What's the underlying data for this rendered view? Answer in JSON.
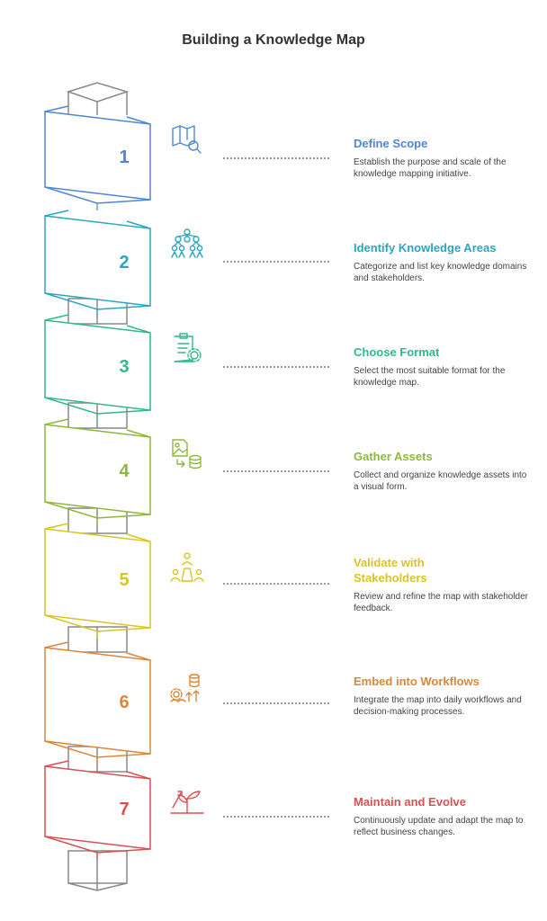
{
  "title": "Building a Knowledge Map",
  "steps": [
    {
      "number": "1",
      "title": "Define Scope",
      "description": "Establish the purpose and scale of the knowledge mapping initiative.",
      "color": "#4f86d0",
      "icon": "map-search-icon"
    },
    {
      "number": "2",
      "title": "Identify Knowledge Areas",
      "description": "Categorize and list key knowledge domains and stakeholders.",
      "color": "#2aa6c5",
      "icon": "network-people-icon"
    },
    {
      "number": "3",
      "title": "Choose Format",
      "description": "Select the most suitable format for the knowledge map.",
      "color": "#2fb98c",
      "icon": "document-settings-icon"
    },
    {
      "number": "4",
      "title": "Gather Assets",
      "description": "Collect and organize knowledge assets into a visual form.",
      "color": "#8cb83b",
      "icon": "image-database-icon"
    },
    {
      "number": "5",
      "title": "Validate with Stakeholders",
      "description": "Review and refine the map with stakeholder feedback.",
      "color": "#d9c424",
      "icon": "stakeholders-icon"
    },
    {
      "number": "6",
      "title": "Embed into Workflows",
      "description": "Integrate the map into daily workflows and decision-making processes.",
      "color": "#d9883a",
      "icon": "workflow-database-icon"
    },
    {
      "number": "7",
      "title": "Maintain and Evolve",
      "description": "Continuously update and adapt the map to reflect business changes.",
      "color": "#d95050",
      "icon": "growth-plant-icon"
    }
  ]
}
